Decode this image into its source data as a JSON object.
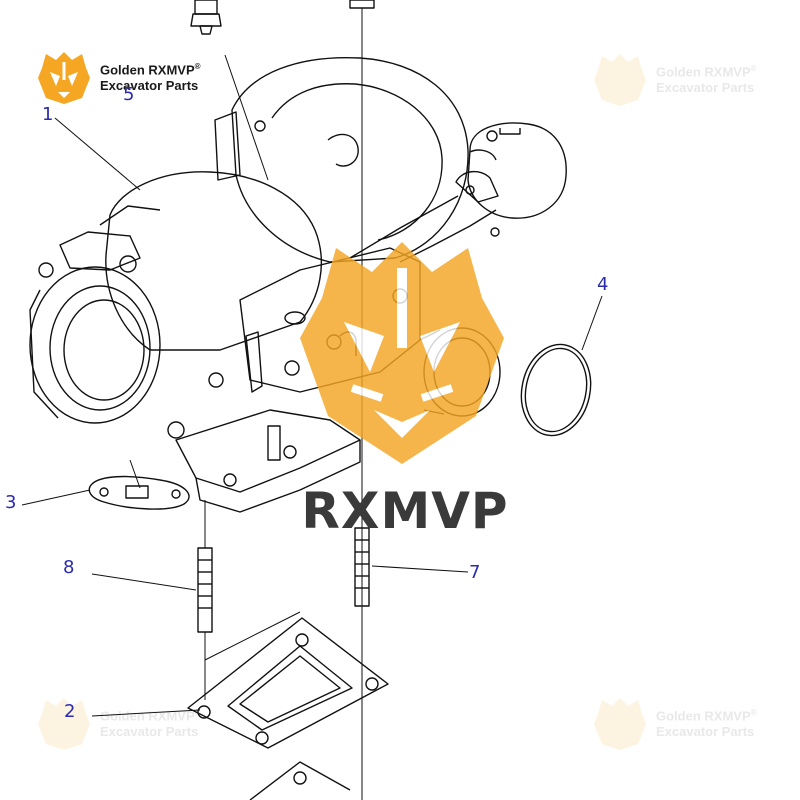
{
  "brand": {
    "line1": "Golden RXMVP",
    "reg": "®",
    "line2": "Excavator Parts",
    "color": "#F5A623"
  },
  "watermark_text": "RXMVP",
  "callouts": {
    "c1": "1",
    "c2": "2",
    "c3": "3",
    "c4": "4",
    "c5": "5",
    "c7": "7",
    "c8": "8"
  }
}
